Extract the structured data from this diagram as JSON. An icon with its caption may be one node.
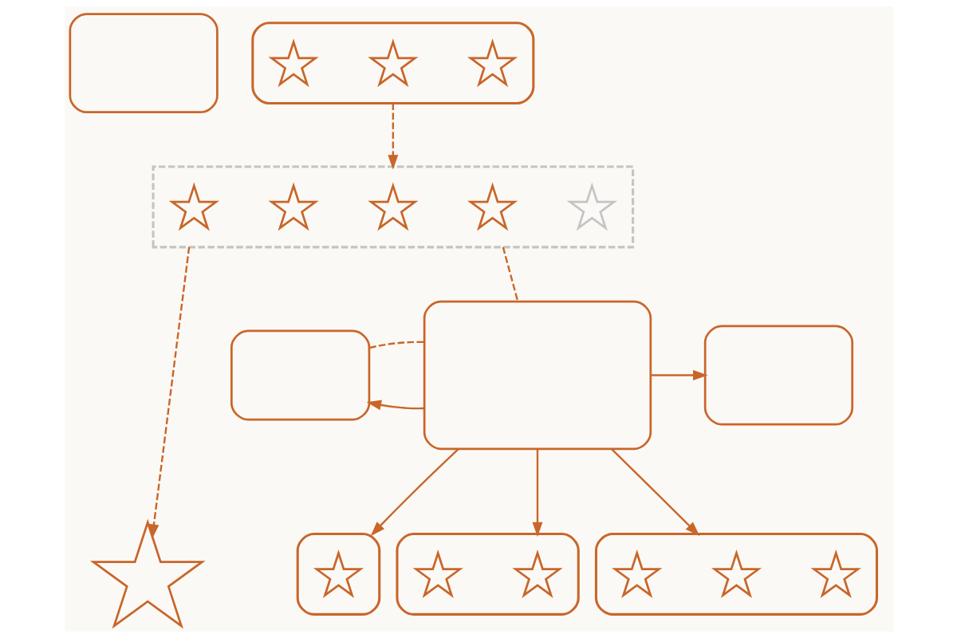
{
  "diagram": {
    "nodes": [
      {
        "text": [],
        "shape": "bubble"
      },
      {
        "text": [],
        "shape": "bubble"
      },
      {
        "text": [],
        "shape": "star",
        "in": 1
      },
      {
        "text": [],
        "shape": "star",
        "in": 1
      },
      {
        "text": [],
        "shape": "star",
        "in": 1
      },
      {
        "text": [],
        "shape": "box"
      },
      {
        "text": [],
        "shape": "star",
        "in": 5
      },
      {
        "text": [],
        "shape": "star",
        "in": 5
      },
      {
        "text": [],
        "shape": "star",
        "in": 5
      },
      {
        "text": [],
        "shape": "star",
        "in": 5
      },
      {
        "text": [],
        "shape": "star",
        "in": 5
      },
      {
        "text": [],
        "shape": "bubble"
      },
      {
        "text": [],
        "shape": "bubble"
      },
      {
        "text": [],
        "shape": "bubble"
      },
      {
        "text": [],
        "shape": "bubble"
      },
      {
        "text": [],
        "shape": "star",
        "in": 14
      },
      {
        "text": [],
        "shape": "bubble"
      },
      {
        "text": [],
        "shape": "star",
        "in": 16
      },
      {
        "text": [],
        "shape": "star",
        "in": 16
      },
      {
        "text": [],
        "shape": "bubble"
      },
      {
        "text": [],
        "shape": "star",
        "in": 19
      },
      {
        "text": [],
        "shape": "star",
        "in": 19
      },
      {
        "text": [],
        "shape": "star",
        "in": 19
      },
      {
        "text": [],
        "shape": "star"
      }
    ],
    "edges": [
      {
        "from": 1,
        "to": 5,
        "arrow": "to",
        "style": "dashed"
      },
      {
        "from": 5,
        "to": 12,
        "arrow": "none",
        "style": "dashed"
      },
      {
        "from": 12,
        "to": 11,
        "arrow": "to"
      },
      {
        "from": 12,
        "to": 13,
        "arrow": "to"
      },
      {
        "from": 11,
        "to": 12,
        "arrow": "none",
        "style": "dashed"
      },
      {
        "from": 12,
        "to": 14,
        "arrow": "to"
      },
      {
        "from": 12,
        "to": 16,
        "arrow": "to"
      },
      {
        "from": 12,
        "to": 19,
        "arrow": "to"
      },
      {
        "from": 5,
        "to": 23,
        "arrow": "to",
        "style": "dashed"
      }
    ]
  }
}
